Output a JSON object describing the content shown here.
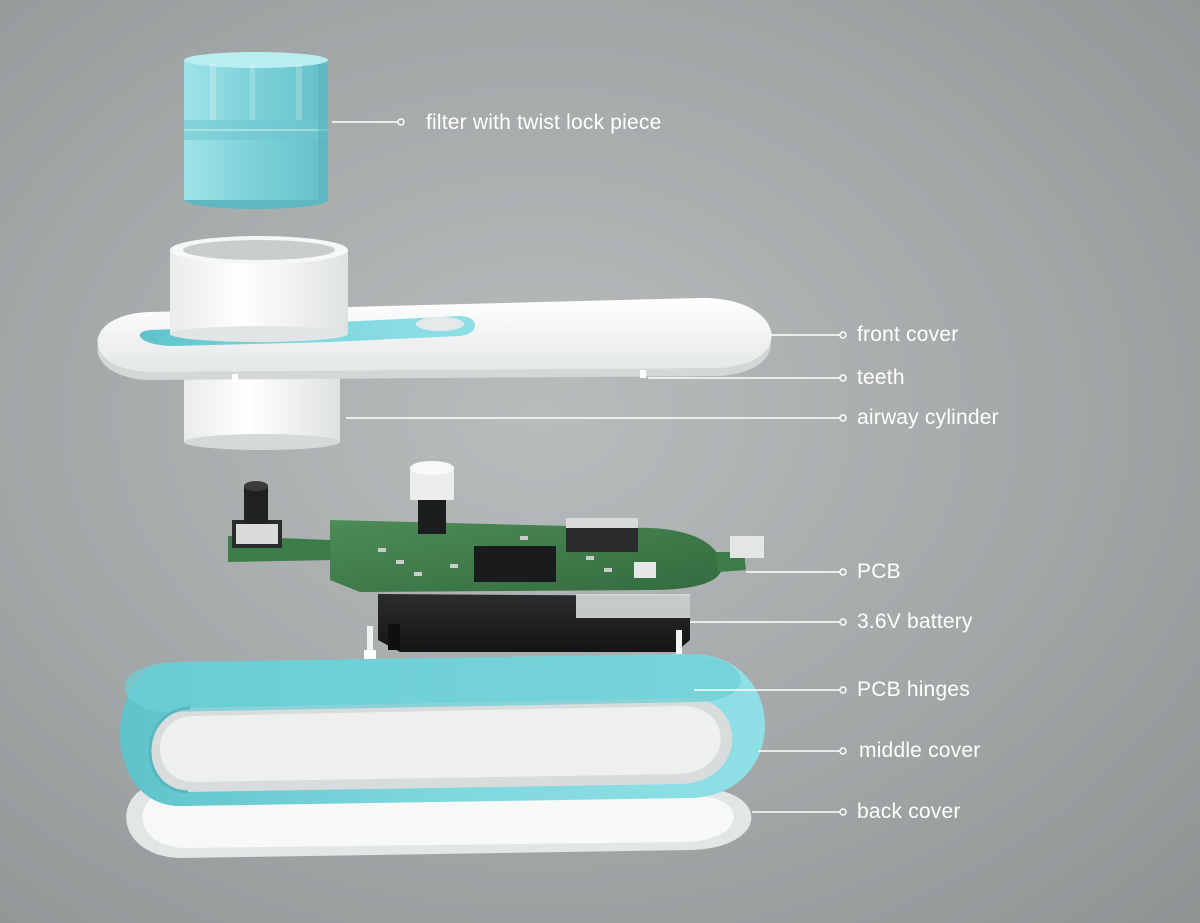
{
  "labels": {
    "filter": "filter with twist lock piece",
    "front_cover": "front cover",
    "teeth": "teeth",
    "airway_cylinder": "airway cylinder",
    "pcb": "PCB",
    "battery": "3.6V battery",
    "pcb_hinges": "PCB hinges",
    "middle_cover": "middle cover",
    "back_cover": "back cover"
  },
  "colors": {
    "background": "#a7abac",
    "accent_teal": "#7fd6dc",
    "pcb_green": "#3f7d4a",
    "shell_white": "#f7f8f8",
    "battery_black": "#1e1f20",
    "leader_line": "#ffffff"
  }
}
